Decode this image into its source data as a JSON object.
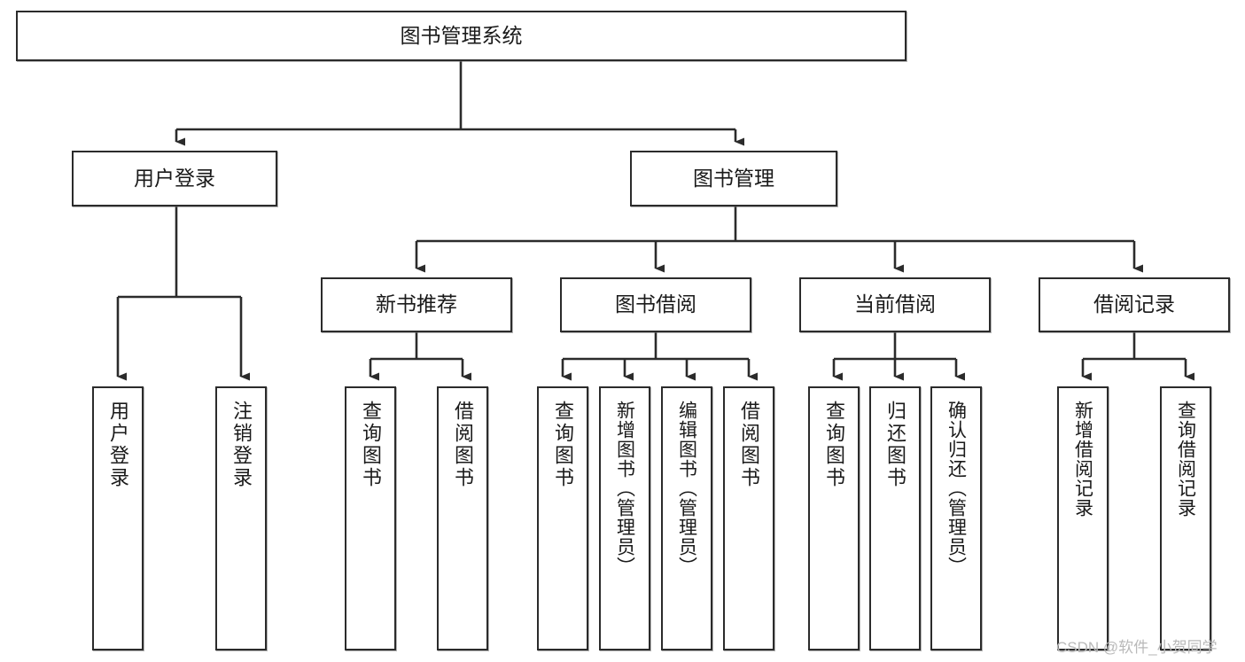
{
  "diagram": {
    "title": "图书管理系统",
    "type": "tree-hierarchy",
    "watermark": "CSDN @软件_小贺同学",
    "colors": {
      "stroke": "#2b2b2b",
      "fill": "#ffffff",
      "text": "#1a1a1a",
      "watermark": "#b9b9b9"
    },
    "nodes": {
      "root": {
        "label": "图书管理系统"
      },
      "level2": [
        {
          "id": "user-login",
          "label": "用户登录"
        },
        {
          "id": "book-management",
          "label": "图书管理"
        }
      ],
      "level3": [
        {
          "id": "new-book-recommend",
          "label": "新书推荐"
        },
        {
          "id": "book-borrow",
          "label": "图书借阅"
        },
        {
          "id": "current-borrow",
          "label": "当前借阅"
        },
        {
          "id": "borrow-record",
          "label": "借阅记录"
        }
      ],
      "leaves": {
        "user_login": [
          {
            "id": "leaf-user-login",
            "label": "用户登录"
          },
          {
            "id": "leaf-logout-login",
            "label": "注销登录"
          }
        ],
        "new_book_recommend": [
          {
            "id": "leaf-query-book-1",
            "label": "查询图书"
          },
          {
            "id": "leaf-borrow-book-1",
            "label": "借阅图书"
          }
        ],
        "book_borrow": [
          {
            "id": "leaf-query-book-2",
            "label": "查询图书"
          },
          {
            "id": "leaf-add-book",
            "label": "新增图书（管理员）"
          },
          {
            "id": "leaf-edit-book",
            "label": "编辑图书（管理员）"
          },
          {
            "id": "leaf-borrow-book-2",
            "label": "借阅图书"
          }
        ],
        "current_borrow": [
          {
            "id": "leaf-query-book-3",
            "label": "查询图书"
          },
          {
            "id": "leaf-return-book",
            "label": "归还图书"
          },
          {
            "id": "leaf-confirm-return",
            "label": "确认归还（管理员）"
          }
        ],
        "borrow_record": [
          {
            "id": "leaf-add-record",
            "label": "新增借阅记录"
          },
          {
            "id": "leaf-query-record",
            "label": "查询借阅记录"
          }
        ]
      }
    }
  }
}
